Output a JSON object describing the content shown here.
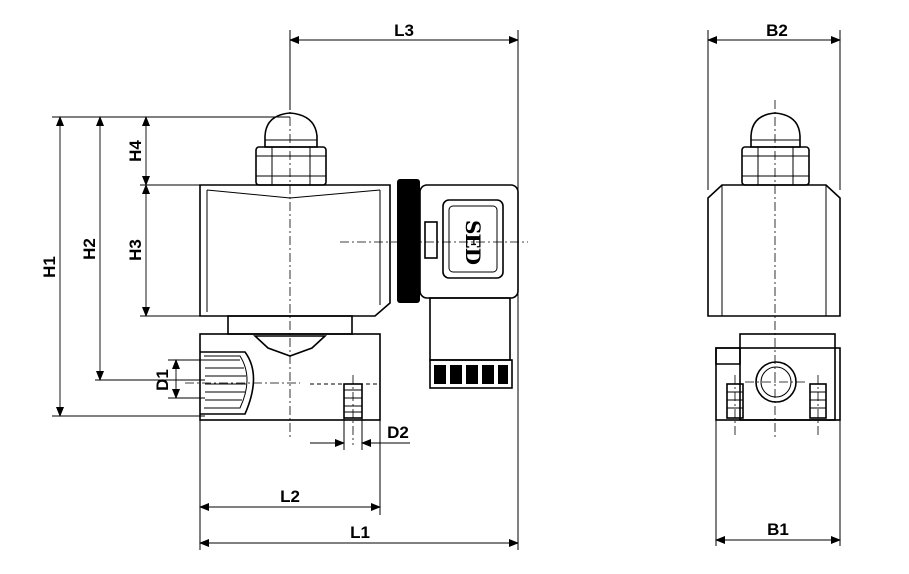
{
  "dimensions": {
    "L1": "L1",
    "L2": "L2",
    "L3": "L3",
    "H1": "H1",
    "H2": "H2",
    "H3": "H3",
    "H4": "H4",
    "D1": "D1",
    "D2": "D2",
    "B1": "B1",
    "B2": "B2"
  },
  "connector_logo": "SED"
}
